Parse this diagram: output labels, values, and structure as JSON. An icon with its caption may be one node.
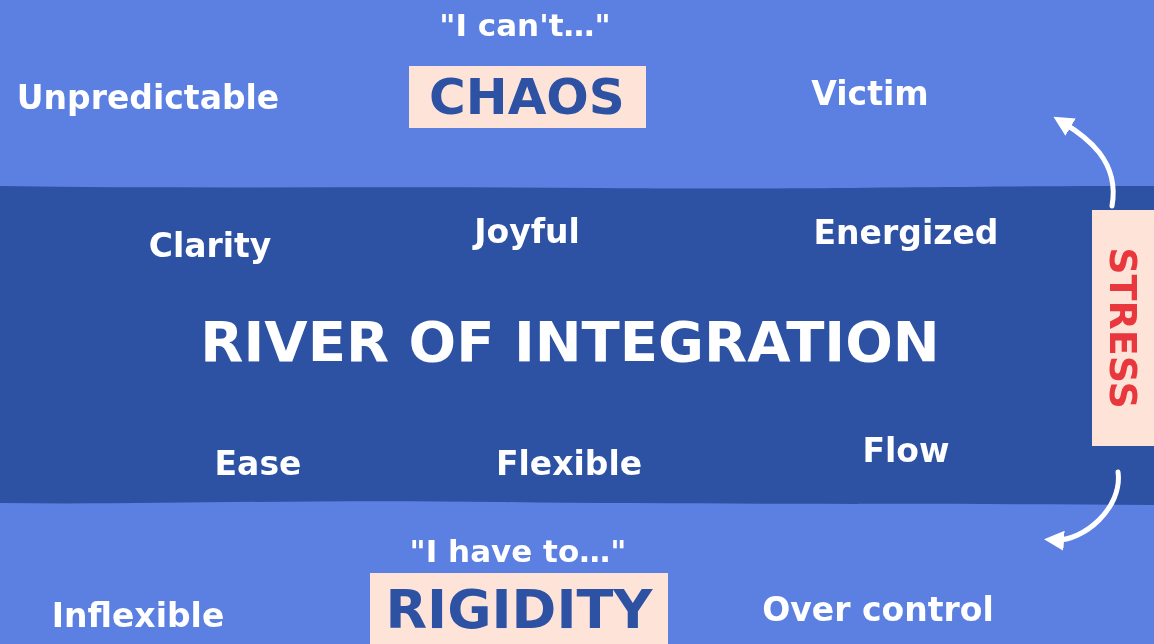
{
  "diagram": {
    "nodes": [
      {
        "text": [
          "Unpredictable",
          "Victim"
        ]
      },
      {
        "text": [
          "CHAOS"
        ],
        "beside": [
          "\"I can't…\""
        ],
        "in": 0
      },
      {
        "text": [
          "RIVER OF INTEGRATION",
          "Clarity",
          "Joyful",
          "Energized",
          "Ease",
          "Flexible",
          "Flow"
        ]
      },
      {
        "text": [
          "Inflexible",
          "Over control"
        ]
      },
      {
        "text": [
          "RIGIDITY"
        ],
        "beside": [
          "\"I have to…\""
        ],
        "in": 3
      },
      {
        "text": [
          "STRESS"
        ],
        "in": 2
      }
    ],
    "edges": [
      {
        "from": 5,
        "to": 0,
        "arrow": "to"
      },
      {
        "from": 5,
        "to": 3,
        "arrow": "to"
      }
    ]
  }
}
